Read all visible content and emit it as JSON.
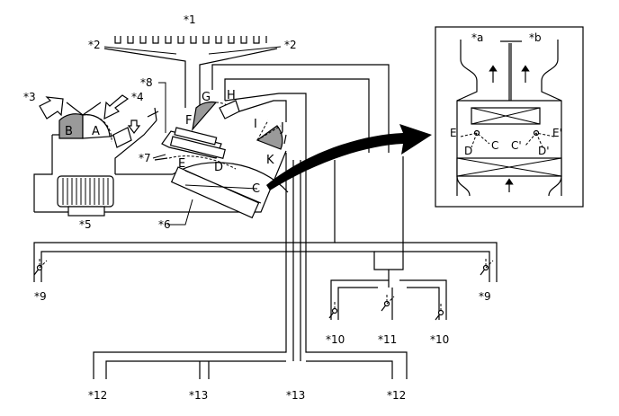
{
  "callouts": {
    "c1": "*1",
    "c2": "*2",
    "c3": "*3",
    "c4": "*4",
    "c5": "*5",
    "c6": "*6",
    "c7": "*7",
    "c8": "*8",
    "c9": "*9",
    "c10": "*10",
    "c11": "*11",
    "c12": "*12",
    "c13": "*13",
    "ca": "*a",
    "cb": "*b"
  },
  "letters": {
    "A": "A",
    "B": "B",
    "C": "C",
    "D": "D",
    "E": "E",
    "F": "F",
    "G": "G",
    "H": "H",
    "I": "I",
    "J": "J",
    "K": "K"
  },
  "detail_letters": {
    "E": "E",
    "E_prime": "E'",
    "C": "C",
    "C_prime": "C'",
    "D": "D",
    "D_prime": "D'"
  }
}
